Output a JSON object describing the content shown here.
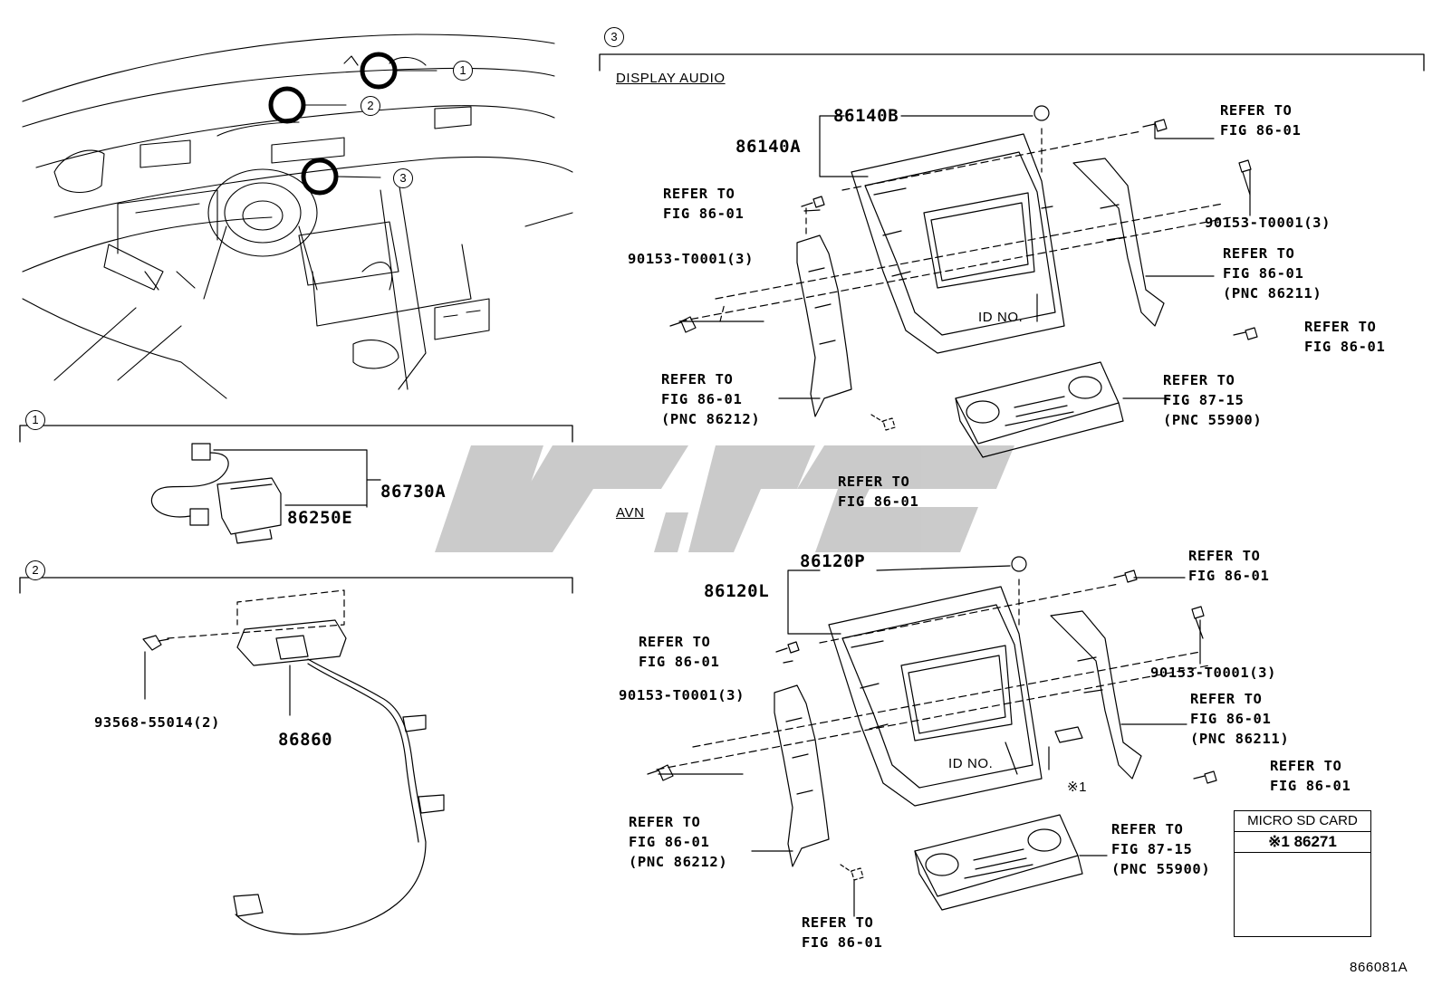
{
  "diagram": {
    "figure_id": "866081A",
    "section_markers": [
      "1",
      "2",
      "3"
    ],
    "overview_callouts": [
      "1",
      "2",
      "3"
    ],
    "section3": {
      "display_audio_title": "DISPLAY AUDIO",
      "avn_title": "AVN"
    },
    "section1_labels": [
      "86730A",
      "86250E"
    ],
    "section2_labels": [
      "93568-55014(2)",
      "86860"
    ],
    "display_audio_labels": {
      "p86140B": "86140B",
      "p86140A": "86140A",
      "refer_tl_1": "REFER TO",
      "refer_tl_2": "FIG 86-01",
      "bolt_left": "90153-T0001(3)",
      "refer_ml_1": "REFER TO",
      "refer_ml_2": "FIG 86-01",
      "refer_ml_3": "(PNC 86212)",
      "refer_bot_1": "REFER TO",
      "refer_bot_2": "FIG 86-01",
      "refer_tr_1": "REFER TO",
      "refer_tr_2": "FIG 86-01",
      "bolt_right": "90153-T0001(3)",
      "refer_mr_1": "REFER TO",
      "refer_mr_2": "FIG 86-01",
      "refer_mr_3": "(PNC 86211)",
      "refer_r_1": "REFER TO",
      "refer_r_2": "FIG 86-01",
      "refer_hvac_1": "REFER TO",
      "refer_hvac_2": "FIG 87-15",
      "refer_hvac_3": "(PNC 55900)",
      "id_no": "ID NO."
    },
    "avn_labels": {
      "p86120P": "86120P",
      "p86120L": "86120L",
      "refer_tl_1": "REFER TO",
      "refer_tl_2": "FIG 86-01",
      "bolt_left": "90153-T0001(3)",
      "refer_ml_1": "REFER TO",
      "refer_ml_2": "FIG 86-01",
      "refer_ml_3": "(PNC 86212)",
      "refer_bot_1": "REFER TO",
      "refer_bot_2": "FIG 86-01",
      "refer_tr_1": "REFER TO",
      "refer_tr_2": "FIG 86-01",
      "bolt_right": "90153-T0001(3)",
      "refer_mr_1": "REFER TO",
      "refer_mr_2": "FIG 86-01",
      "refer_mr_3": "(PNC 86211)",
      "refer_r_1": "REFER TO",
      "refer_r_2": "FIG 86-01",
      "refer_hvac_1": "REFER TO",
      "refer_hvac_2": "FIG 87-15",
      "refer_hvac_3": "(PNC 55900)",
      "id_no": "ID NO.",
      "note_mark": "※1"
    },
    "micro_sd": {
      "title": "MICRO SD CARD",
      "part": "※1 86271"
    }
  }
}
